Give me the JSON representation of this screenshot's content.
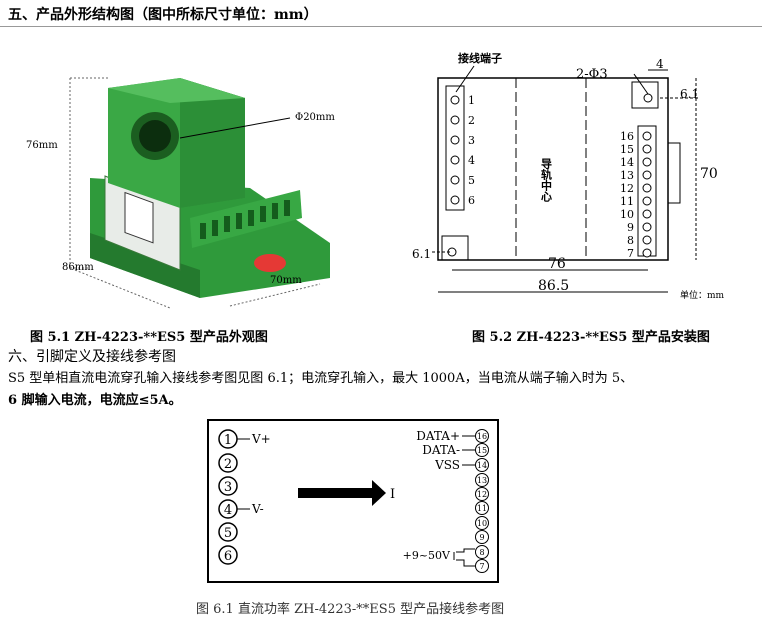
{
  "section5": {
    "title": "五、产品外形结构图（图中所标尺寸单位：mm）"
  },
  "fig51": {
    "photo": {
      "height_label": "76mm",
      "width_label": "86mm",
      "depth_label": "70mm",
      "hole_label": "Φ20mm"
    },
    "caption": "图 5.1    ZH-4223-**ES5 型产品外观图"
  },
  "fig52": {
    "terminal_label": "接线端子",
    "mount_hole_label": "2-Φ3",
    "dim_4": "4",
    "dim_6_1_top": "6.1",
    "dim_70": "70",
    "dim_6_1_left": "6.1",
    "dim_76": "76",
    "dim_86_5": "86.5",
    "unit_label": "单位：mm",
    "rail_center_label": "导轨中心",
    "left_pins": [
      "1",
      "2",
      "3",
      "4",
      "5",
      "6"
    ],
    "right_pins": [
      "16",
      "15",
      "14",
      "13",
      "12",
      "11",
      "10",
      "9",
      "8",
      "7"
    ],
    "caption": "图 5.2 ZH-4223-**ES5 型产品安装图"
  },
  "section6": {
    "title": "六、引脚定义及接线参考图",
    "para_line1": "S5 型单相直流电流穿孔输入接线参考图见图 6.1；电流穿孔输入，最大 1000A，当电流从端子输入时为 5、",
    "para_line2": "6 脚输入电流，电流应≤5A。"
  },
  "fig61": {
    "left_pins": [
      "1",
      "2",
      "3",
      "4",
      "5",
      "6"
    ],
    "label_v_plus": "V+",
    "label_v_minus": "V-",
    "current_label": "I",
    "right_pins": [
      "16",
      "15",
      "14",
      "13",
      "12",
      "11",
      "10",
      "9",
      "8",
      "7"
    ],
    "label_data_plus": "DATA+",
    "label_data_minus": "DATA-",
    "label_vss": "VSS",
    "label_power": "+9~50V",
    "caption": "图 6.1 直流功率 ZH-4223-**ES5 型产品接线参考图"
  }
}
